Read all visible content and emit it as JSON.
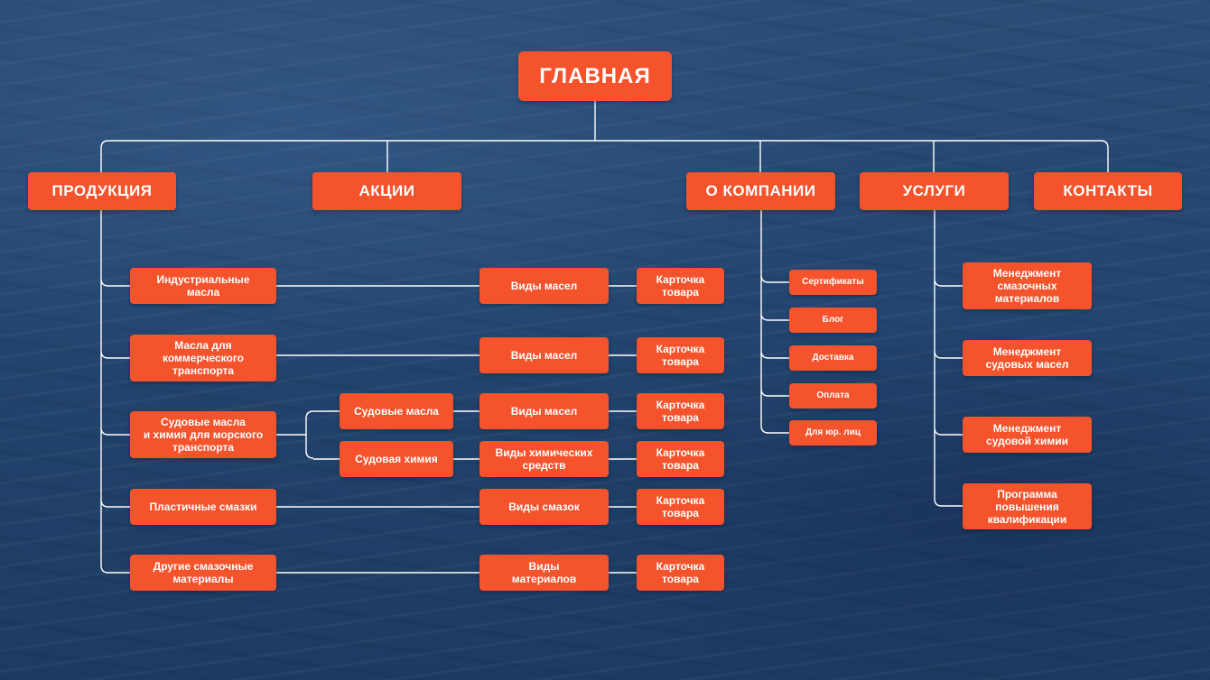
{
  "root": "ГЛАВНАЯ",
  "top": {
    "products": "ПРОДУКЦИЯ",
    "promos": "АКЦИИ",
    "about": "О КОМПАНИИ",
    "services": "УСЛУГИ",
    "contacts": "КОНТАКТЫ"
  },
  "products": {
    "industrial_oils": "Индустриальные\nмасла",
    "commercial_oils": "Масла для\nкоммерческого\nтранспорта",
    "marine_oils_chem": "Судовые масла\nи химия для морского\nтранспорта",
    "greases": "Пластичные смазки",
    "other_lubricants": "Другие смазочные\nматериалы"
  },
  "marine": {
    "marine_oils": "Судовые масла",
    "marine_chem": "Судовая химия"
  },
  "types": {
    "oils_1": "Виды масел",
    "oils_2": "Виды масел",
    "oils_3": "Виды масел",
    "chem": "Виды химических\nсредств",
    "greases": "Виды смазок",
    "materials": "Виды\nматериалов"
  },
  "card_label": "Карточка\nтовара",
  "about": {
    "certificates": "Сертификаты",
    "blog": "Блог",
    "delivery": "Доставка",
    "payment": "Оплата",
    "legal": "Для юр. лиц"
  },
  "services": {
    "lubricant_mgmt": "Менеджмент\nсмазочных\nматериалов",
    "marine_oil_mgmt": "Менеджмент\nсудовых масел",
    "marine_chem_mgmt": "Менеджмент\nсудовой химии",
    "training": "Программа\nповышения\nквалификации"
  },
  "colors": {
    "node": "#f4532c",
    "line": "#ffffff",
    "background": "#234570"
  }
}
